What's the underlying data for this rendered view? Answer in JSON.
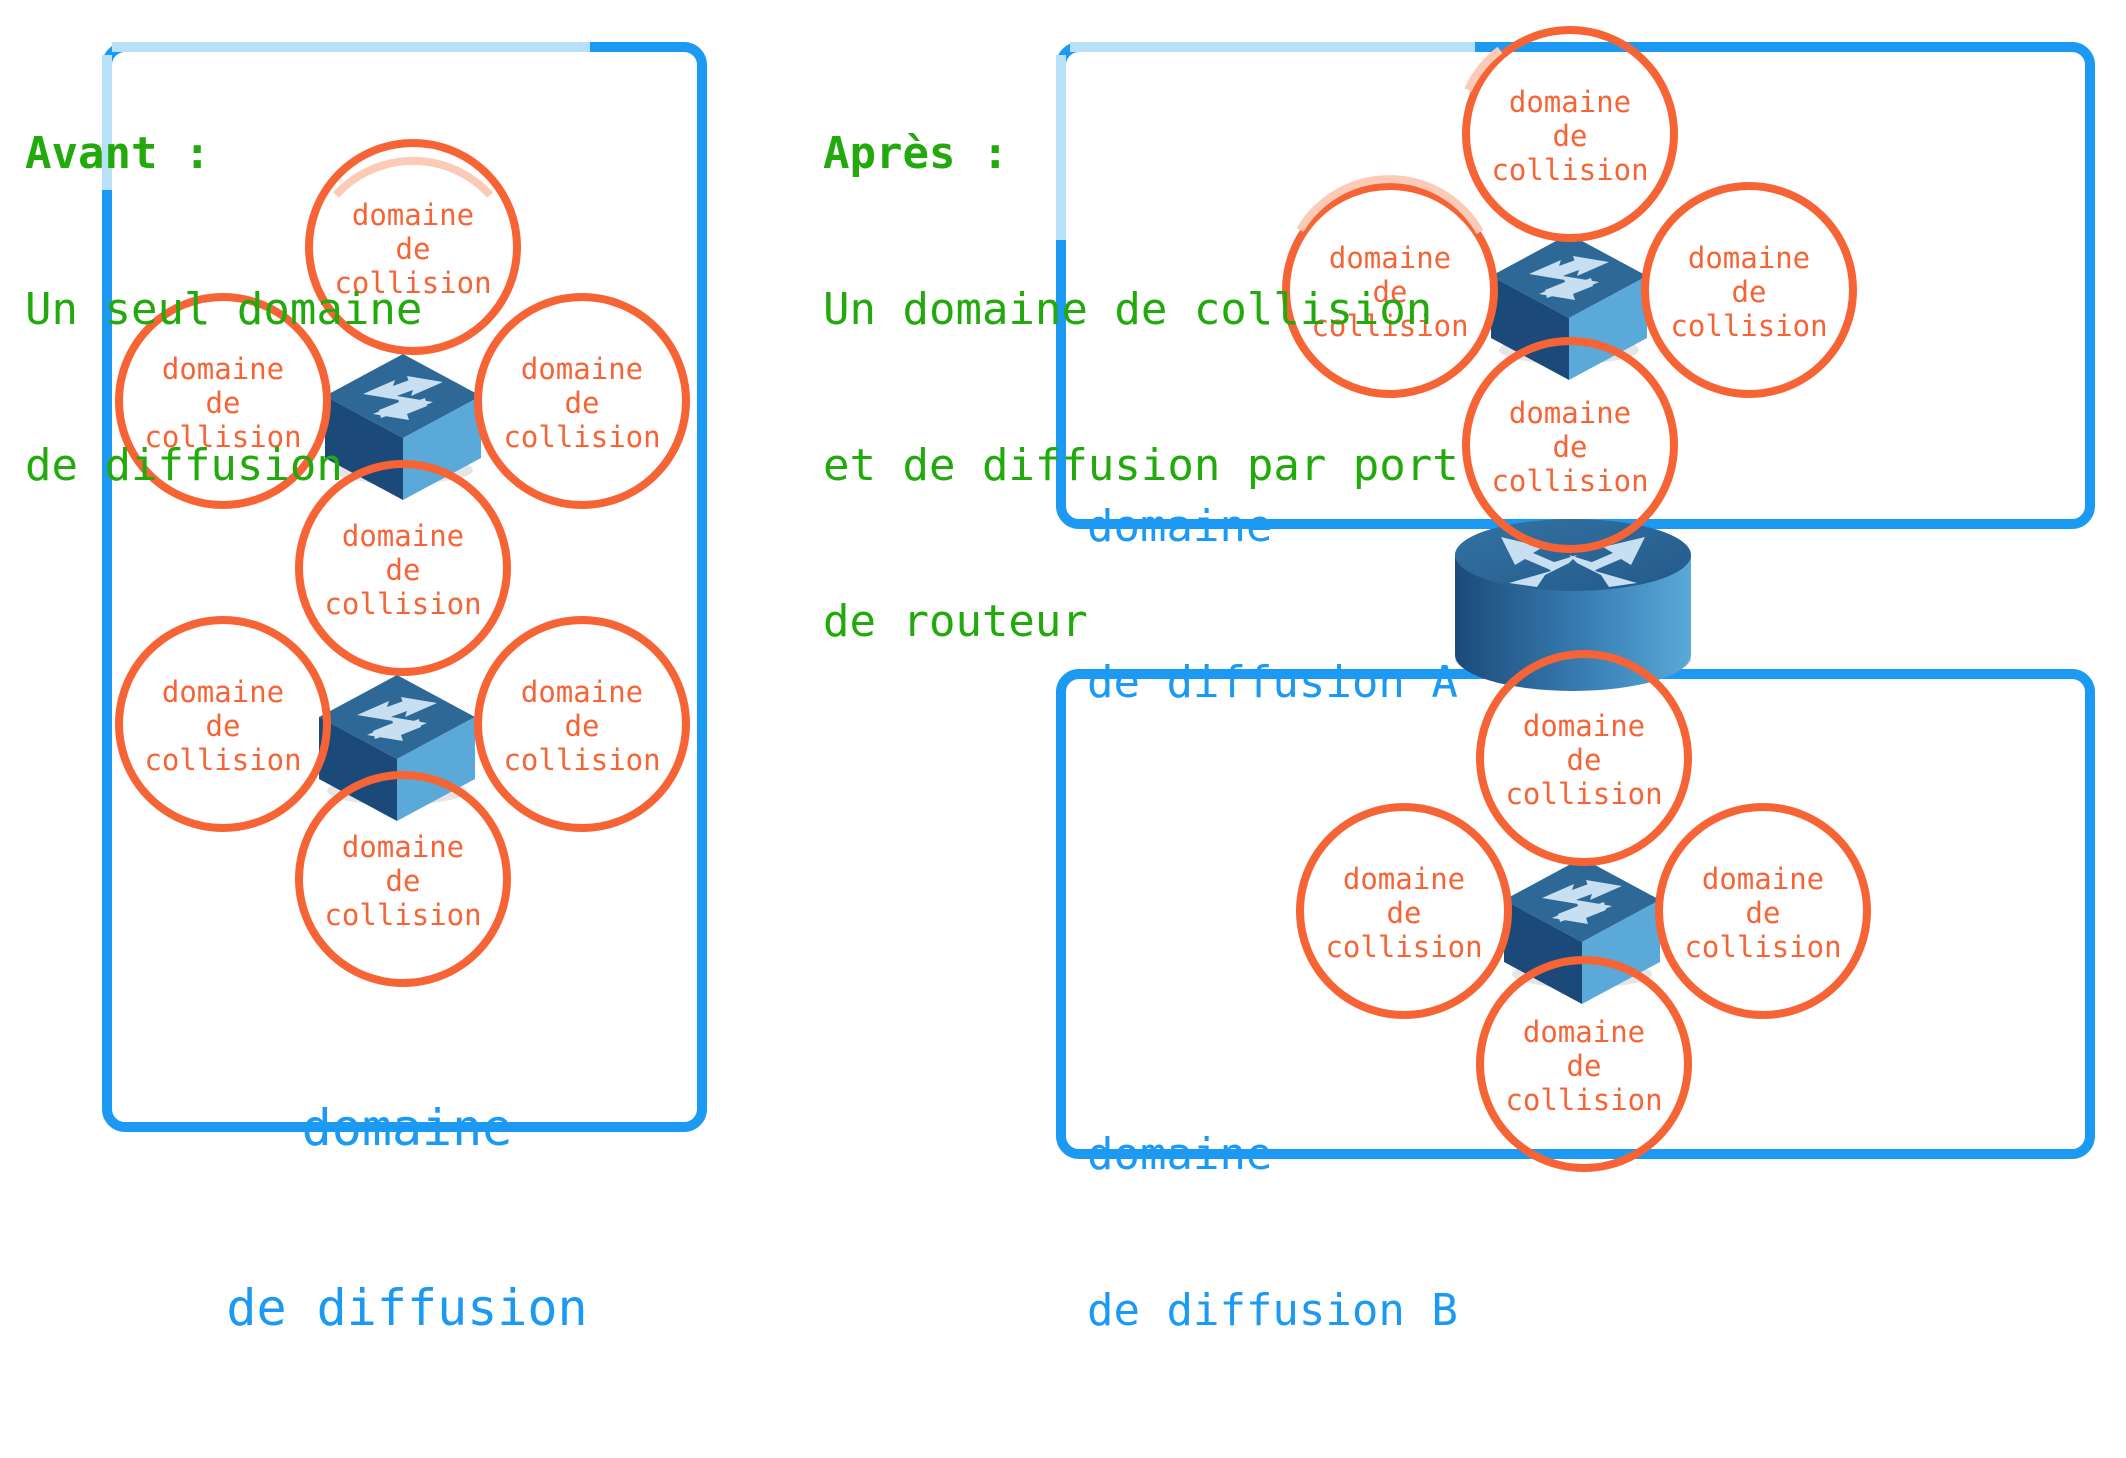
{
  "colors": {
    "heading_green": "#22aa0d",
    "broadcast_blue": "#1c9af3",
    "broadcast_blue_light": "#b7e0fb",
    "collision_orange": "#f66436",
    "collision_orange_light": "#fbcbb8",
    "device_top": "#2d6896",
    "device_front": "#1b4a7a",
    "device_side": "#5aa9d8",
    "device_arrow": "#c7dff0"
  },
  "before": {
    "title": "Avant :",
    "lines": [
      "Un seul domaine",
      "de diffusion"
    ],
    "broadcast_label": [
      "domaine",
      "de diffusion"
    ]
  },
  "after": {
    "title": "Après :",
    "lines": [
      "Un domaine de collision",
      "et de diffusion par port",
      "de routeur"
    ],
    "broadcast_a_label": [
      "domaine",
      "de diffusion A"
    ],
    "broadcast_b_label": [
      "domaine",
      "de diffusion B"
    ]
  },
  "collision_label": [
    "domaine",
    "de",
    "collision"
  ],
  "icons": {
    "switch": "network-switch-icon",
    "router": "router-icon"
  }
}
